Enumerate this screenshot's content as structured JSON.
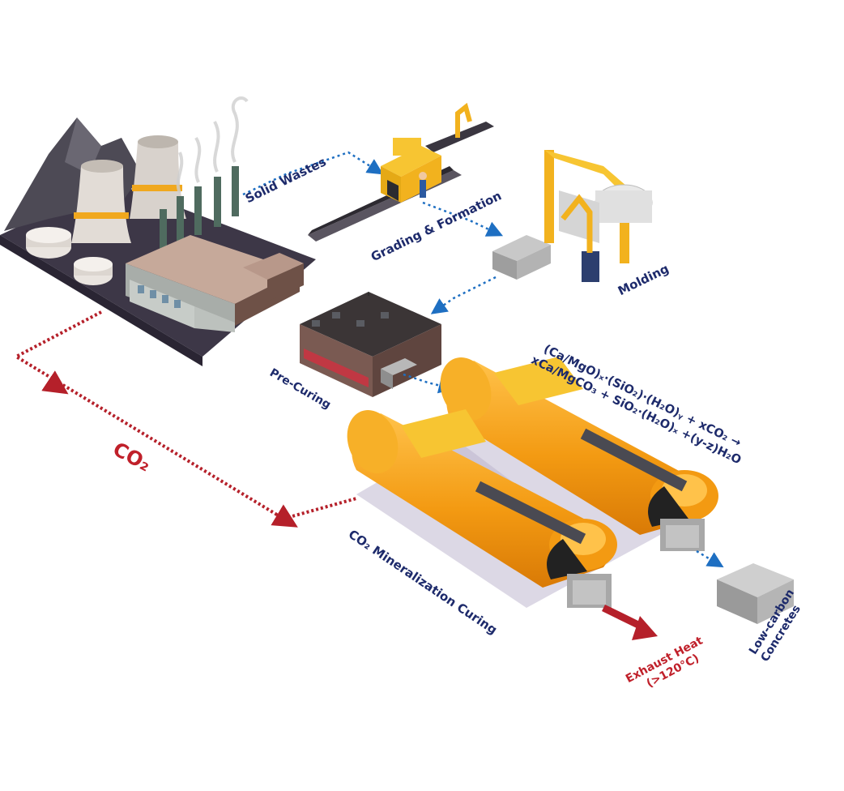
{
  "labels": {
    "solid_wastes": "Solid Wastes",
    "grading_formation": "Grading & Formation",
    "molding": "Molding",
    "pre_curing": "Pre-Curing",
    "co2": "CO₂",
    "co2_mineralization_curing": "CO₂ Mineralization Curing",
    "exhaust_heat_line1": "Exhaust Heat",
    "exhaust_heat_line2": "(>120°C)",
    "low_carbon_line1": "Low-carbon",
    "low_carbon_line2": "Concretes"
  },
  "equation": {
    "line1": "(Ca/MgO)ₓ·(SiO₂)·(H₂O)ᵧ + xCO₂ →",
    "line2": "xCa/MgCO₃ + SiO₂·(H₂O)ₓ +(y-z)H₂O"
  },
  "colors": {
    "navy": "#1d2a6b",
    "flow_blue": "#1e6fc2",
    "co2_red": "#b5202a",
    "tank_orange": "#f4a41c",
    "building": "#8a6b5e",
    "ground": "#3d3747"
  }
}
